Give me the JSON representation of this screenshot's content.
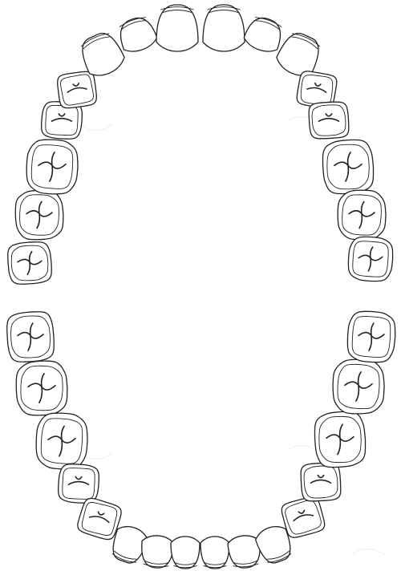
{
  "figure": {
    "background": "#ffffff",
    "stroke_color": "#222222"
  },
  "arches": [
    {
      "id": "upper",
      "teeth": [
        {
          "id": "u-r-m3",
          "type": "molar"
        },
        {
          "id": "u-r-m2",
          "type": "molar"
        },
        {
          "id": "u-r-m1",
          "type": "molar"
        },
        {
          "id": "u-r-pm2",
          "type": "premolar"
        },
        {
          "id": "u-r-pm1",
          "type": "premolar"
        },
        {
          "id": "u-r-c",
          "type": "canine"
        },
        {
          "id": "u-r-i2",
          "type": "incisor"
        },
        {
          "id": "u-r-i1",
          "type": "incisor"
        },
        {
          "id": "u-l-i1",
          "type": "incisor"
        },
        {
          "id": "u-l-i2",
          "type": "incisor"
        },
        {
          "id": "u-l-c",
          "type": "canine"
        },
        {
          "id": "u-l-pm1",
          "type": "premolar"
        },
        {
          "id": "u-l-pm2",
          "type": "premolar"
        },
        {
          "id": "u-l-m1",
          "type": "molar"
        },
        {
          "id": "u-l-m2",
          "type": "molar"
        },
        {
          "id": "u-l-m3",
          "type": "molar"
        }
      ]
    },
    {
      "id": "lower",
      "teeth": [
        {
          "id": "l-r-m3",
          "type": "molar"
        },
        {
          "id": "l-r-m2",
          "type": "molar"
        },
        {
          "id": "l-r-m1",
          "type": "molar"
        },
        {
          "id": "l-r-pm2",
          "type": "premolar"
        },
        {
          "id": "l-r-pm1",
          "type": "premolar"
        },
        {
          "id": "l-r-c",
          "type": "canine"
        },
        {
          "id": "l-r-i2",
          "type": "incisor"
        },
        {
          "id": "l-r-i1",
          "type": "incisor"
        },
        {
          "id": "l-l-i1",
          "type": "incisor"
        },
        {
          "id": "l-l-i2",
          "type": "incisor"
        },
        {
          "id": "l-l-c",
          "type": "canine"
        },
        {
          "id": "l-l-pm1",
          "type": "premolar"
        },
        {
          "id": "l-l-pm2",
          "type": "premolar"
        },
        {
          "id": "l-l-m1",
          "type": "molar"
        },
        {
          "id": "l-l-m2",
          "type": "molar"
        },
        {
          "id": "l-l-m3",
          "type": "molar"
        }
      ]
    }
  ]
}
